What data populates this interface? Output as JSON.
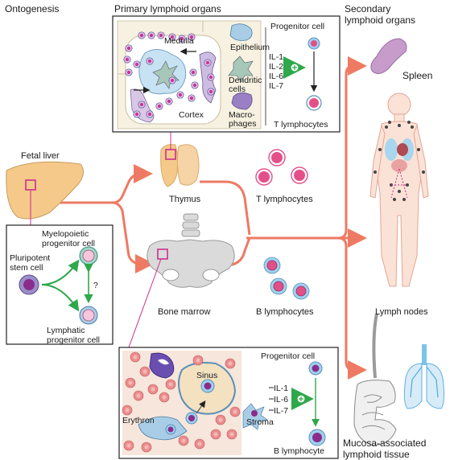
{
  "headings": {
    "ontogenesis": "Ontogenesis",
    "primary": "Primary lymphoid organs",
    "secondary_line1": "Secondary",
    "secondary_line2": "lymphoid organs"
  },
  "organs": {
    "fetal_liver": "Fetal liver",
    "thymus": "Thymus",
    "bone_marrow": "Bone marrow",
    "spleen": "Spleen",
    "lymph_nodes": "Lymph nodes",
    "malt_line1": "Mucosa-associated",
    "malt_line2": "lymphoid tissue"
  },
  "cells": {
    "t_lymphocytes": "T lymphocytes",
    "b_lymphocytes": "B lymphocytes"
  },
  "thymus_inset": {
    "medulla": "Medulla",
    "cortex": "Cortex",
    "epithelium": "Epithelium",
    "dendritic_line1": "Dendritic",
    "dendritic_line2": "cells",
    "macro_line1": "Macro-",
    "macro_line2": "phages",
    "progenitor": "Progenitor cell",
    "cytokines": [
      "IL-1",
      "IL-2",
      "IL-6",
      "IL-7"
    ],
    "t_lymphocytes": "T lymphocytes"
  },
  "stem_inset": {
    "myelo_line1": "Myelopoietic",
    "myelo_line2": "progenitor cell",
    "plur_line1": "Pluripotent",
    "plur_line2": "stem cell",
    "question": "?",
    "lymph_line1": "Lymphatic",
    "lymph_line2": "progenitor cell"
  },
  "marrow_inset": {
    "sinus": "Sinus",
    "erythron": "Erythron",
    "stroma": "Stroma",
    "progenitor": "Progenitor cell",
    "cytokines": [
      "IL-1",
      "IL-6",
      "IL-7"
    ],
    "b_lymphocyte": "B lymphocyte"
  },
  "colors": {
    "arrow": "#ee7a63",
    "magenta": "#cc2f8e",
    "green": "#2ea84a",
    "organ_tan": "#f4c98a",
    "bone": "#d9d9d9",
    "lymph_pink": "#e44f8a",
    "lymph_blue": "#9fd0ef",
    "spleen": "#c79ccb",
    "marrow_bg": "#f7e6dc",
    "thymus_bg": "#f6f1e0"
  }
}
